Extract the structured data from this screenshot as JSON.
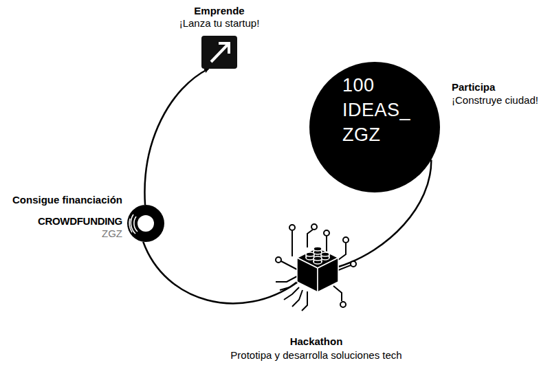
{
  "diagram": {
    "nodes": [
      {
        "text": [
          "Emprende",
          "¡Lanza tu startup!"
        ]
      },
      {
        "text": [
          "100 IDEAS_ ZGZ",
          "Participa",
          "¡Construye ciudad!"
        ]
      },
      {
        "text": [
          "Hackathon",
          "Prototipa y desarrolla soluciones tech"
        ]
      },
      {
        "text": [
          "Consigue financiación",
          "CROWDFUNDING",
          "ZGZ"
        ]
      }
    ],
    "edges": [
      {
        "from": 1,
        "to": 2,
        "arrow": "none"
      },
      {
        "from": 2,
        "to": 3,
        "arrow": "none"
      },
      {
        "from": 3,
        "to": 0,
        "arrow": "to"
      }
    ]
  }
}
